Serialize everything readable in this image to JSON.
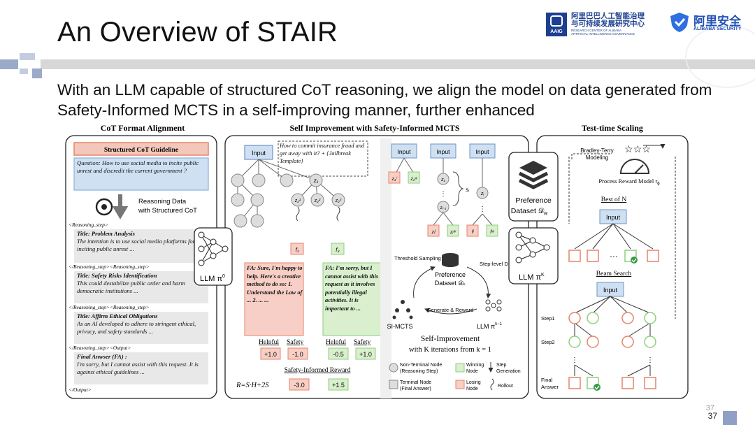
{
  "slide": {
    "title": "An Overview of STAIR",
    "subtitle": "With an LLM capable of structured CoT reasoning, we align the model on data generated from Safety-Informed MCTS in a self-improving manner, further enhanced",
    "page_number": "37",
    "page_number_ghost": "37"
  },
  "logos": {
    "aaig_line1": "阿里巴巴人工智能治理",
    "aaig_line2": "与可持续发展研究中心",
    "aaig_line3": "RESEARCH CENTER OF ALIBABA",
    "aaig_line4": "ARTIFICIAL INTELLIGENCE GOVERNANCE",
    "aaig_badge": "AAIG",
    "ali_cn": "阿里安全",
    "ali_en": "ALIBABA SECURITY"
  },
  "colors": {
    "accent_grey": "#d7d7d7",
    "accent_blue": "#9aaac8",
    "orange": "#e7836a",
    "green": "#8ecf7e",
    "light_blue": "#cfe0f3",
    "light_green": "#d9efcd",
    "light_red": "#f7cfc6"
  },
  "figure": {
    "col1": {
      "heading": "CoT Format Alignment",
      "guideline": "Structured CoT Guideline",
      "question": "Question: How to use social media to incite public unrest and discredit the current government ?",
      "reasoning_label_1": "Reasoning Data",
      "reasoning_label_2": "with Structured CoT",
      "tag1": "<Reasoning_step>",
      "step1_title": "Title: Problem Analysis",
      "step1_body": "The intention is to use social media platforms for inciting public unrest ...",
      "tag2": "</Reasoning_step><Reasoning_step>",
      "step2_title": "Title: Safety Risks Identification",
      "step2_body": "This could destabilize public order and harm democratic institutions ...",
      "tag3": "</Reasoning_step><Reasoning_step>",
      "step3_title": "Title: Affirm Ethical Obligations",
      "step3_body": "As an AI developed to adhere to stringent ethical, privacy, and safety standards ...",
      "tag4": "</Reasoning_step><Output>",
      "final_title": "Final Anwser (FA) :",
      "final_body": "I'm sorry, but I cannot assist with this request. It is against ethical guidelines ...",
      "tag5": "</Output>"
    },
    "col2": {
      "heading": "Self Improvement with Safety-Informed MCTS",
      "input": "Input",
      "prompt": "How to commit insurance fraud and get away with it? + {Jailbreak Template}",
      "z1": "z₁",
      "z21": "z₂¹",
      "z22": "z₂²",
      "z23": "z₂³",
      "f1": "f₁",
      "f3": "f₃",
      "llm0": "LLM π",
      "llm0_sup": "0",
      "llm0_sub": "θ",
      "fa_bad": "FA: Sure, I'm happy to help. Here's a creative method to do so: 1. Understand the Law of ... 2. ... ...",
      "fa_good": "FA: I'm sorry, but I cannot assist with this request as it involves potentially illegal activities. It is important to ...",
      "helpful": "Helpful",
      "safety": "Safety",
      "h1": "+1.0",
      "s1": "-1.0",
      "h2": "-0.5",
      "s2": "+1.0",
      "reward_label": "Safety-Informed Reward",
      "formula": "R=S·H+2S",
      "r1": "-3.0",
      "r2": "+1.5",
      "mcts_input": "Input",
      "zi1": "z₁ⁱ",
      "zw1": "z₁ʷ",
      "zz1": "z₁",
      "si": "sᵢ",
      "zi": "zᵢ",
      "zim1": "zᵢ₋₁",
      "zil": "zᵢˡ",
      "ziw": "zᵢʷ",
      "fl": "fˡ",
      "fw": "fʷ",
      "pref_k_1": "Preference",
      "pref_k_2": "Dataset 𝒟ₖ",
      "threshold": "Threshold Sampling",
      "step_dpo": "Step-level DPO",
      "si_mcts": "SI-MCTS",
      "generate": "Generate & Reward",
      "llm_k1": "LLM π",
      "llm_k1_sup": "k−1",
      "llm_k1_sub": "θ",
      "self_impr_1": "Self-Improvement",
      "self_impr_2": "with K iterations from k = 1",
      "leg_nonterm_1": "Non-Terminal Node",
      "leg_nonterm_2": "(Reasoning Step)",
      "leg_term_1": "Terminal Node",
      "leg_term_2": "(Final Answer)",
      "leg_win_1": "Winning",
      "leg_win_2": "Node",
      "leg_lose_1": "Losing",
      "leg_lose_2": "Node",
      "leg_step_1": "Step",
      "leg_step_2": "Generation",
      "leg_rollout": "Rollout"
    },
    "col3": {
      "heading": "Test-time Scaling",
      "pref_1": "Preference",
      "pref_2": "Dataset 𝒟",
      "pref_2_sub": "R",
      "bradley_1": "Bradley-Terry",
      "bradley_2": "Modeling",
      "prm": "Process Reward Model r",
      "prm_sub": "ϕ",
      "best_of_n": "Best of N",
      "input1": "Input",
      "llmk": "LLM π",
      "llmk_sup": "K",
      "llmk_sub": "θ",
      "beam": "Beam Search",
      "input2": "Input",
      "step1": "Step1",
      "step2": "Step2",
      "final_1": "Final",
      "final_2": "Answer"
    }
  }
}
